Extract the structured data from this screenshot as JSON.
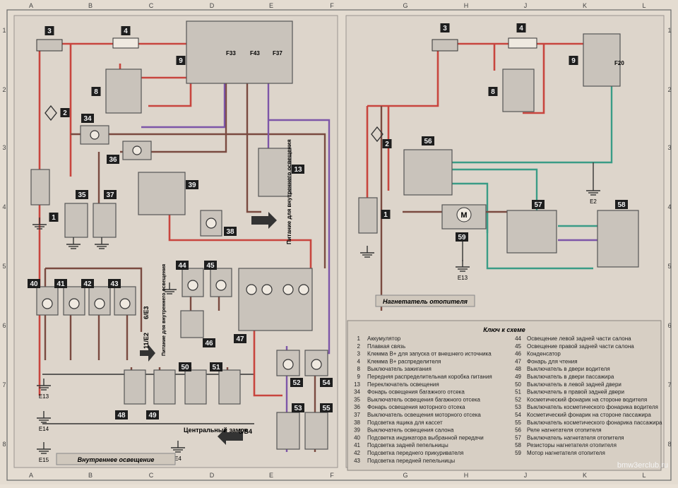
{
  "grid": {
    "cols": [
      "A",
      "B",
      "C",
      "D",
      "E",
      "F",
      "G",
      "H",
      "J",
      "K",
      "L"
    ],
    "rows": [
      "1",
      "2",
      "3",
      "4",
      "5",
      "6",
      "7",
      "8"
    ]
  },
  "left_diagram": {
    "component_labels": [
      "3",
      "4",
      "9",
      "8",
      "2",
      "34",
      "36",
      "13",
      "39",
      "1",
      "35",
      "37",
      "38",
      "44",
      "45",
      "40",
      "41",
      "42",
      "43",
      "46",
      "47",
      "50",
      "51",
      "48",
      "49",
      "52",
      "54",
      "53",
      "55"
    ],
    "fuse_labels": [
      "F33",
      "F43",
      "F37"
    ],
    "vertical_note": "Питание для внутреннего освещения",
    "vertical_note_2": "Питание для внутреннего освещения",
    "ground_labels": [
      "E13",
      "E14",
      "E15",
      "E4"
    ],
    "connector_labels": [
      "6/E3",
      "11/E2",
      "8/B4"
    ],
    "central_lock": "Центральный замок",
    "caption": "Внутреннее освещение"
  },
  "right_diagram": {
    "component_labels": [
      "3",
      "4",
      "9",
      "8",
      "2",
      "56",
      "1",
      "57",
      "58",
      "59"
    ],
    "fuse_labels": [
      "F20"
    ],
    "ground_labels": [
      "E2",
      "E13"
    ],
    "caption": "Нагнетатель отопителя"
  },
  "key": {
    "title": "Ключ к схеме",
    "left": [
      {
        "n": "1",
        "t": "Аккумулятор"
      },
      {
        "n": "2",
        "t": "Плавкая связь"
      },
      {
        "n": "3",
        "t": "Клемма В+ для запуска от внешнего источника"
      },
      {
        "n": "4",
        "t": "Клемма В+ распределителя"
      },
      {
        "n": "8",
        "t": "Выключатель зажигания"
      },
      {
        "n": "9",
        "t": "Передняя распределительная коробка питания"
      },
      {
        "n": "13",
        "t": "Переключатель освещения"
      },
      {
        "n": "34",
        "t": "Фонарь освещения багажного отсека"
      },
      {
        "n": "35",
        "t": "Выключатель освещения багажного отсека"
      },
      {
        "n": "36",
        "t": "Фонарь освещения моторного отсека"
      },
      {
        "n": "37",
        "t": "Выключатель освещения моторного отсека"
      },
      {
        "n": "38",
        "t": "Подсветка ящика для кассет"
      },
      {
        "n": "39",
        "t": "Выключатель освещения салона"
      },
      {
        "n": "40",
        "t": "Подсветка индикатора выбранной передачи"
      },
      {
        "n": "41",
        "t": "Подсветка задней пепельницы"
      },
      {
        "n": "42",
        "t": "Подсветка переднего прикуривателя"
      },
      {
        "n": "43",
        "t": "Подсветка передней пепельницы"
      }
    ],
    "right": [
      {
        "n": "44",
        "t": "Освещение левой задней части салона"
      },
      {
        "n": "45",
        "t": "Освещение правой задней части салона"
      },
      {
        "n": "46",
        "t": "Конденсатор"
      },
      {
        "n": "47",
        "t": "Фонарь для чтения"
      },
      {
        "n": "48",
        "t": "Выключатель в двери водителя"
      },
      {
        "n": "49",
        "t": "Выключатель в двери пассажира"
      },
      {
        "n": "50",
        "t": "Выключатель в левой задней двери"
      },
      {
        "n": "51",
        "t": "Выключатель в правой задней двери"
      },
      {
        "n": "52",
        "t": "Косметический фонарик на стороне водителя"
      },
      {
        "n": "53",
        "t": "Выключатель косметического фонарика водителя"
      },
      {
        "n": "54",
        "t": "Косметический фонарик на стороне пассажира"
      },
      {
        "n": "55",
        "t": "Выключатель косметического фонарика пассажира"
      },
      {
        "n": "56",
        "t": "Реле нагнетателя отопителя"
      },
      {
        "n": "57",
        "t": "Выключатель нагнетателя отопителя"
      },
      {
        "n": "58",
        "t": "Резисторы нагнетателя отопителя"
      },
      {
        "n": "59",
        "t": "Мотор нагнетателя отопителя"
      }
    ]
  },
  "watermark": "bmw3erclub.ru"
}
